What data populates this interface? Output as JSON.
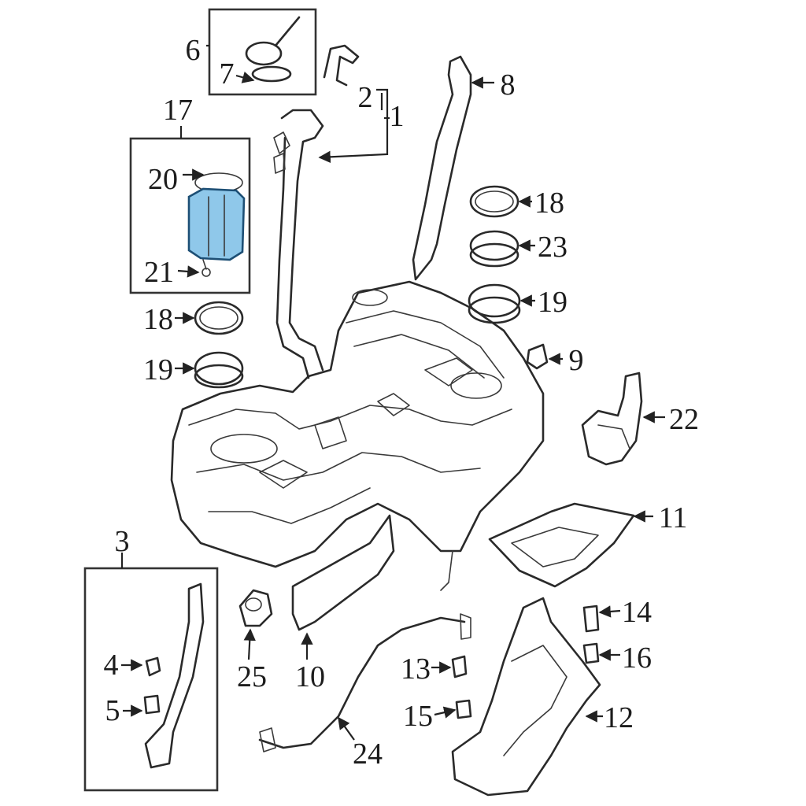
{
  "diagram": {
    "callouts": [
      "1",
      "2",
      "3",
      "4",
      "5",
      "6",
      "7",
      "8",
      "9",
      "10",
      "11",
      "12",
      "13",
      "14",
      "15",
      "16",
      "17",
      "18",
      "18",
      "19",
      "19",
      "20",
      "21",
      "22",
      "23",
      "24",
      "25"
    ]
  },
  "colors": {
    "line": "#2a2a2a",
    "highlight_fill": "#8fc8ea",
    "highlight_stroke": "#1d4f75",
    "background": "#ffffff"
  }
}
